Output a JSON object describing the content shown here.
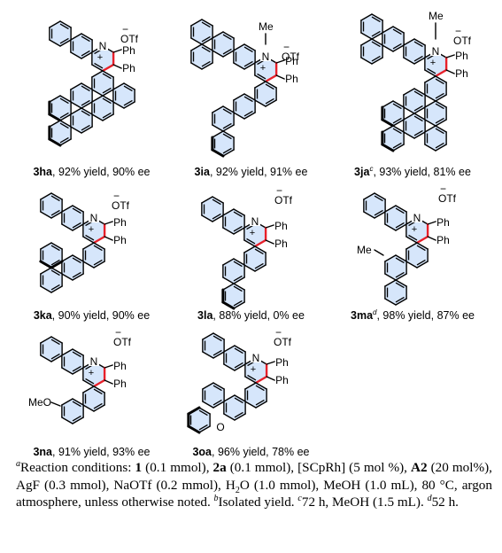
{
  "labels": {
    "otf": "OTf",
    "minus": "−",
    "plus": "+",
    "n": "N",
    "ph": "Ph",
    "me": "Me",
    "meo": "MeO",
    "o": "O"
  },
  "compounds": [
    {
      "id": "3ha",
      "sup": "",
      "text": ", 92% yield, 90% ee"
    },
    {
      "id": "3ia",
      "sup": "",
      "text": ", 92% yield, 91% ee"
    },
    {
      "id": "3ja",
      "sup": "c",
      "text": ", 93% yield, 81% ee"
    },
    {
      "id": "3ka",
      "sup": "",
      "text": ", 90% yield, 90% ee"
    },
    {
      "id": "3la",
      "sup": "",
      "text": ", 88% yield, 0% ee"
    },
    {
      "id": "3ma",
      "sup": "d",
      "text": ", 98% yield, 87% ee"
    },
    {
      "id": "3na",
      "sup": "",
      "text": ", 91% yield, 93% ee"
    },
    {
      "id": "3oa",
      "sup": "",
      "text": ", 96% yield, 78% ee"
    }
  ],
  "footnote": {
    "a_mark": "a",
    "a_text_1": "Reaction conditions: ",
    "r1": "1",
    "a_text_2": " (0.1 mmol), ",
    "r2": "2a",
    "a_text_3": " (0.1 mmol), [SCpRh] (5 mol %), ",
    "r3": "A2",
    "a_text_4": " (20 mol%), AgF (0.3 mmol), NaOTf (0.2 mmol), H",
    "h2o_sub": "2",
    "a_text_5": "O (1.0 mmol), MeOH (1.0 mL), 80 °C, argon atmosphere, unless otherwise noted. ",
    "b_mark": "b",
    "b_text": "Isolated yield. ",
    "c_mark": "c",
    "c_text": "72 h, MeOH (1.5 mL). ",
    "d_mark": "d",
    "d_text": "52 h."
  },
  "colors": {
    "ring_fill": "#d6e6fb",
    "bond": "#000000",
    "new_bond": "#e8202a"
  }
}
